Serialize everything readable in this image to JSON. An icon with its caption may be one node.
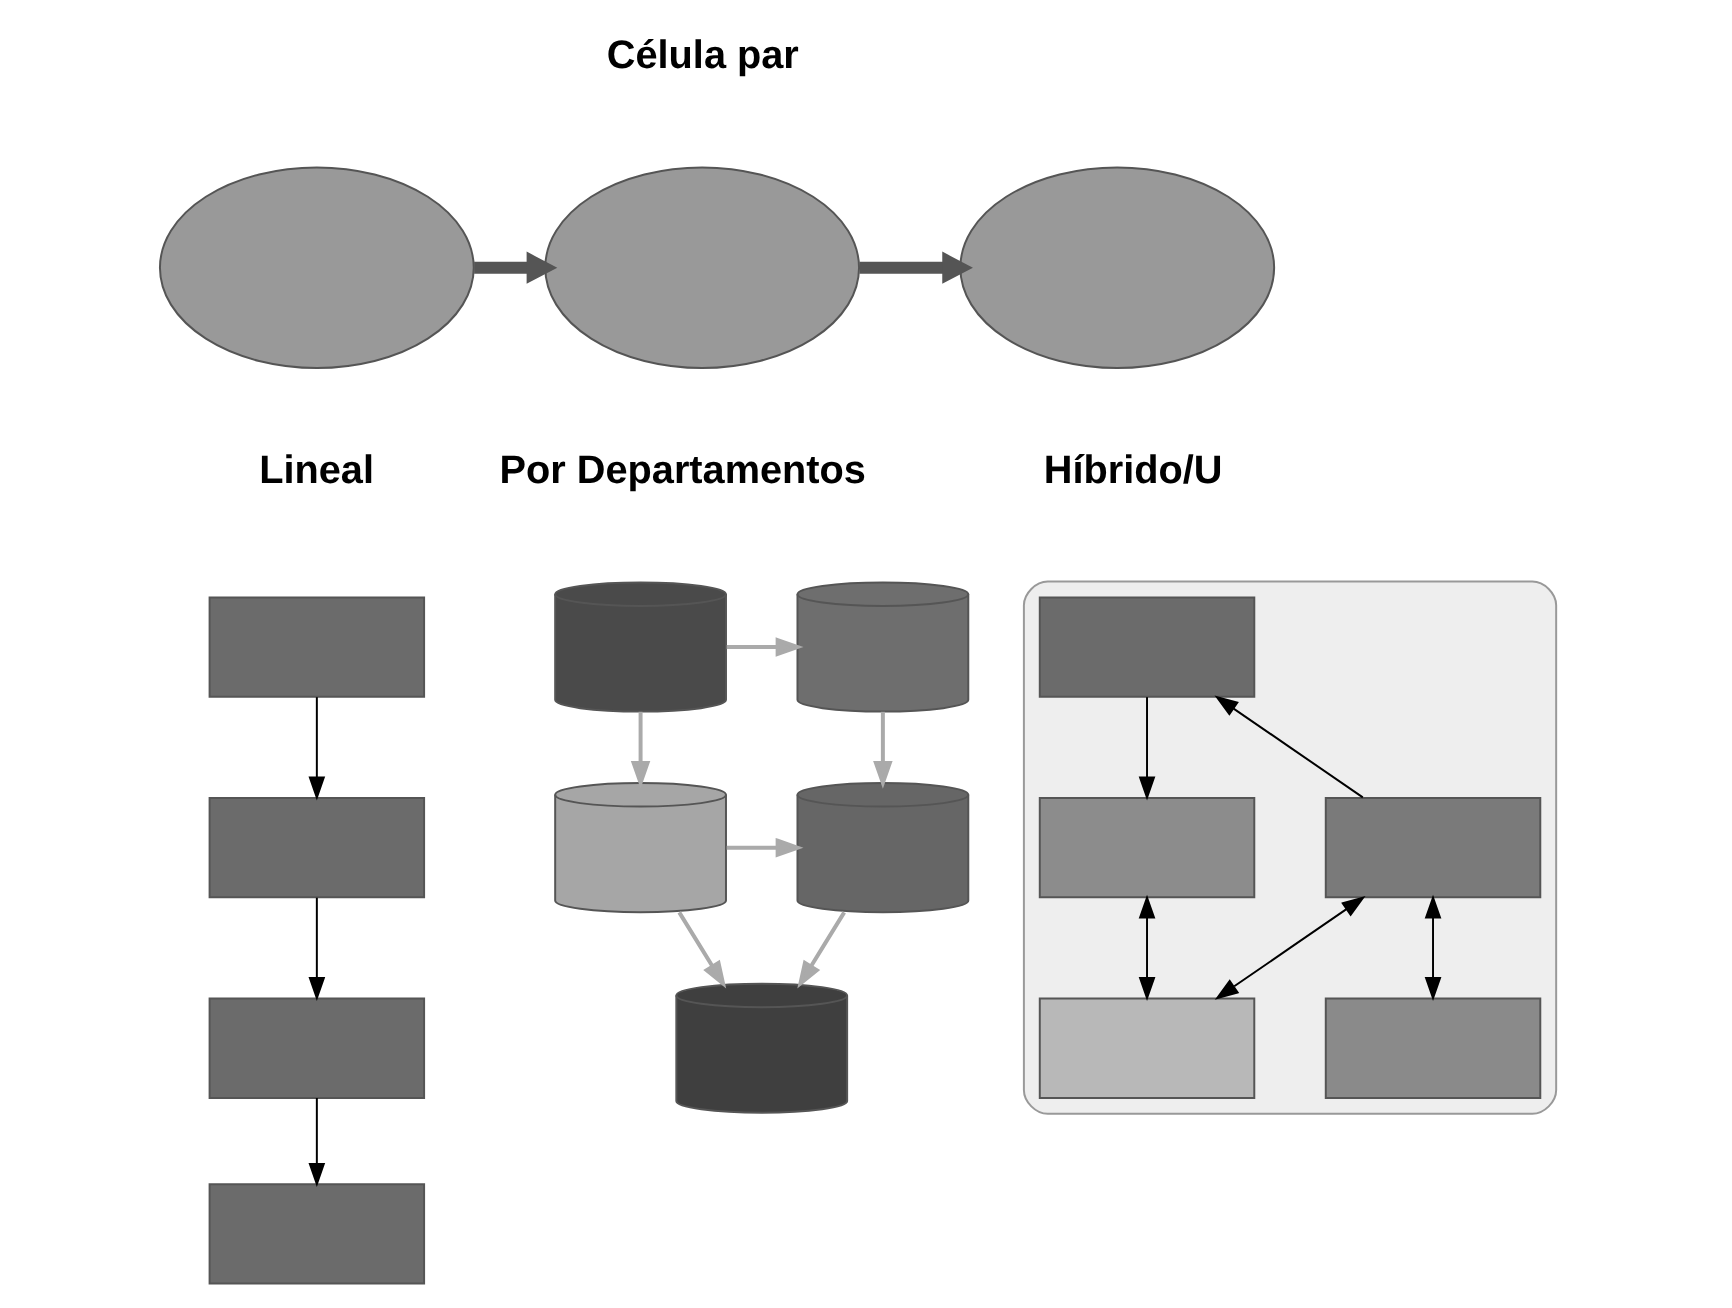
{
  "diagram": {
    "nodes": [
      {
        "text": [],
        "shape": "ellipse"
      },
      {
        "text": [],
        "shape": "ellipse"
      },
      {
        "text": [],
        "shape": "ellipse"
      },
      {
        "text": [],
        "shape": "box"
      },
      {
        "text": [],
        "shape": "box"
      },
      {
        "text": [],
        "shape": "box"
      },
      {
        "text": [],
        "shape": "box"
      },
      {
        "text": [],
        "shape": "banner"
      },
      {
        "text": [],
        "shape": "banner"
      },
      {
        "text": [],
        "shape": "banner"
      },
      {
        "text": [],
        "shape": "banner"
      },
      {
        "text": [],
        "shape": "banner"
      },
      {
        "text": [],
        "shape": "arch"
      },
      {
        "text": [],
        "shape": "box",
        "in": 12
      },
      {
        "text": [],
        "shape": "box",
        "in": 12
      },
      {
        "text": [],
        "shape": "box",
        "in": 12
      },
      {
        "text": [],
        "shape": "box",
        "in": 12
      },
      {
        "text": [],
        "shape": "box",
        "in": 12
      }
    ],
    "edges": [
      {
        "from": 0,
        "to": 1,
        "arrow": "to",
        "style": "thick"
      },
      {
        "from": 1,
        "to": 2,
        "arrow": "to",
        "style": "thick"
      },
      {
        "from": 3,
        "to": 4,
        "arrow": "to"
      },
      {
        "from": 4,
        "to": 5,
        "arrow": "to"
      },
      {
        "from": 5,
        "to": 6,
        "arrow": "to"
      },
      {
        "from": 7,
        "to": 8,
        "arrow": "to",
        "color": "#aaaaaa"
      },
      {
        "from": 7,
        "to": 9,
        "arrow": "to",
        "color": "#aaaaaa"
      },
      {
        "from": 8,
        "to": 10,
        "arrow": "to",
        "color": "#aaaaaa"
      },
      {
        "from": 9,
        "to": 10,
        "arrow": "to",
        "color": "#aaaaaa"
      },
      {
        "from": 9,
        "to": 11,
        "arrow": "to",
        "color": "#aaaaaa"
      },
      {
        "from": 10,
        "to": 11,
        "arrow": "to",
        "color": "#aaaaaa"
      },
      {
        "from": 14,
        "to": 13,
        "arrow": "to"
      },
      {
        "from": 13,
        "to": 15,
        "arrow": "to"
      },
      {
        "from": 14,
        "to": 16,
        "arrow": "both"
      },
      {
        "from": 14,
        "to": 17,
        "arrow": "both"
      },
      {
        "from": 15,
        "to": 16,
        "arrow": "both"
      }
    ],
    "labels": [
      "Célula par",
      "Lineal",
      "Por Departamentos",
      "Híbrido/U"
    ]
  }
}
